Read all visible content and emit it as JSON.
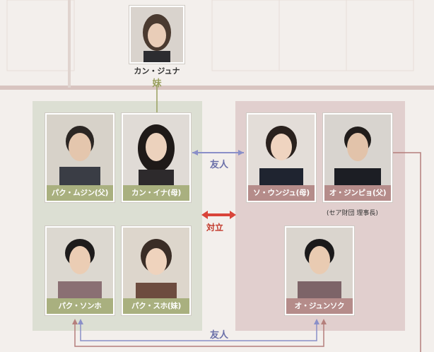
{
  "top": {
    "name": "カン・ジュナ",
    "relation": "妹"
  },
  "cards": {
    "park_mujin": {
      "label": "パク・ムジン(父)"
    },
    "kang_ina": {
      "label": "カン・イナ(母)"
    },
    "park_sonho": {
      "label": "パク・ソンホ"
    },
    "park_suho": {
      "label": "パク・スホ(妹)"
    },
    "so_unju": {
      "label": "ソ・ウンジュ(母)"
    },
    "o_jinpyo": {
      "label": "オ・ジンピョ(父)"
    },
    "o_junsok": {
      "label": "オ・ジュンソク"
    }
  },
  "note": "(セア財団 理事長)",
  "relations": {
    "friend_mothers": "友人",
    "conflict": "対立",
    "friend_sons": "友人"
  },
  "colors": {
    "left_panel": "#dcdfd3",
    "right_panel": "#e1cfce",
    "label_green": "#a9b07f",
    "label_red": "#b58c8a",
    "friend_line": "#8a8fc8",
    "conflict_arrow": "#d9443a",
    "family_line": "#b57f7c"
  }
}
